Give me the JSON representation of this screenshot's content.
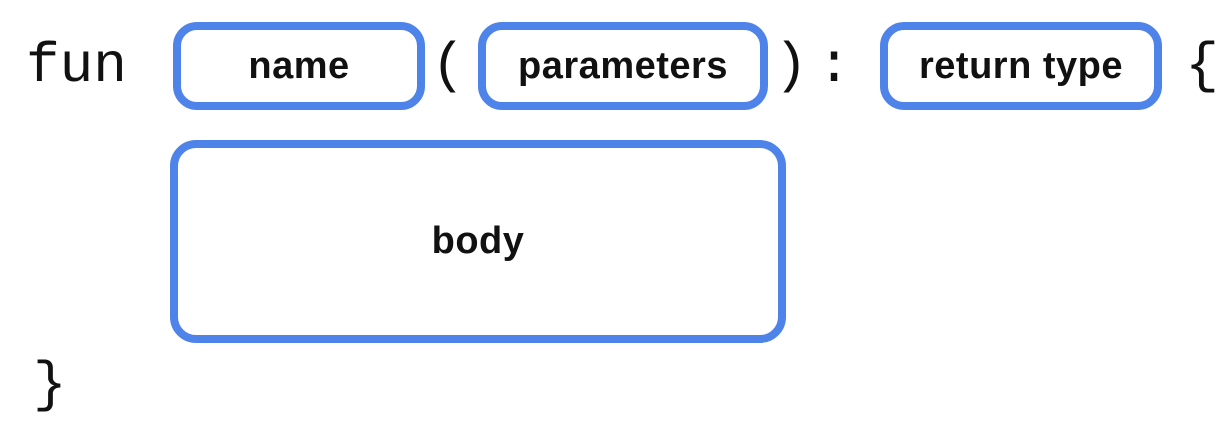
{
  "diagram": {
    "title": "kotlin-function-syntax",
    "keyword": "fun",
    "open_paren": "(",
    "close_paren": ")",
    "colon": ":",
    "open_brace": "{",
    "close_brace": "}",
    "boxes": {
      "name": "name",
      "parameters": "parameters",
      "return_type": "return type",
      "body": "body"
    },
    "colors": {
      "box_border": "#4E83EA",
      "text": "#111111",
      "background": "#ffffff"
    }
  }
}
